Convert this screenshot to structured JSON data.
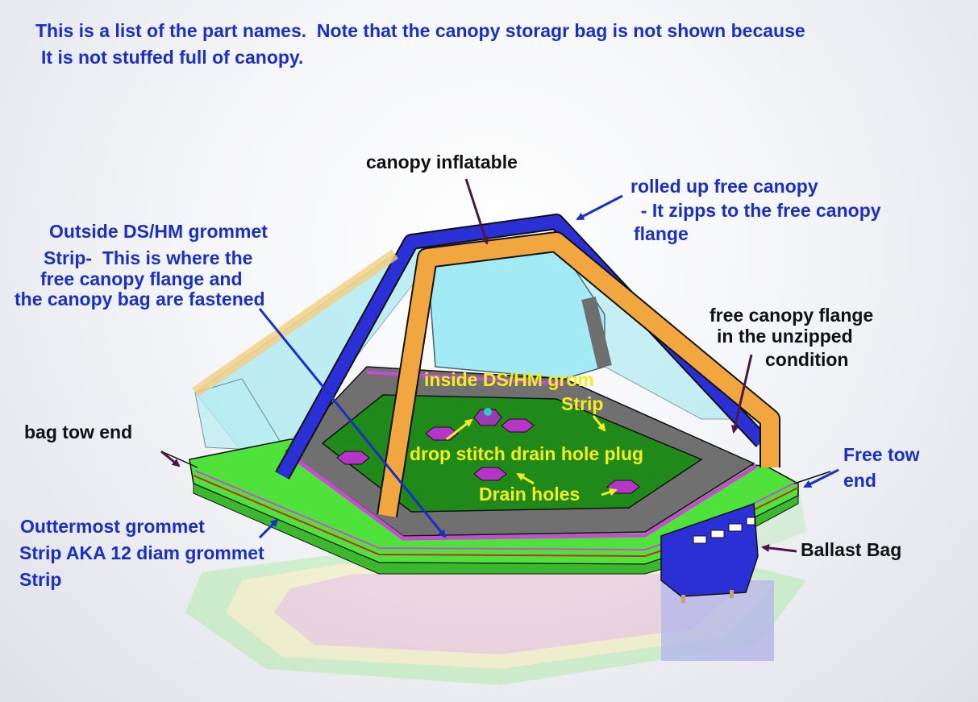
{
  "header": {
    "line1": "This is a list of the part names.  Note that the canopy storagr bag is not shown because",
    "line2": "It is not stuffed full of canopy."
  },
  "labels": {
    "canopy_inflatable": "canopy inflatable",
    "rolled_up_1": "rolled up free canopy",
    "rolled_up_2": "  - It zipps to the free canopy",
    "rolled_up_3": "flange",
    "outside_1": "Outside DS/HM grommet",
    "outside_2": "Strip-  This is where the",
    "outside_3": "free canopy flange and",
    "outside_4": "the canopy bag are fastened",
    "free_flange_1": "free canopy flange",
    "free_flange_2": "in the unzipped",
    "free_flange_3": "condition",
    "inside_1": "inside DS/HM grom",
    "inside_2": "Strip",
    "drop_stitch": "drop stitch drain hole plug",
    "drain_holes": "Drain holes",
    "bag_tow_end": "bag tow end",
    "free_tow_1": "Free tow",
    "free_tow_2": "end",
    "outtermost_1": "Outtermost grommet",
    "outtermost_2": "Strip AKA 12 diam grommet",
    "outtermost_3": "Strip",
    "ballast_bag": "Ballast Bag"
  },
  "colors": {
    "label_blue": "#1a2fc4",
    "label_black": "#111111",
    "label_yellow": "#f3ee1c",
    "arrow_purple": "#4a1848",
    "tube_blue": "#2b2fd6",
    "tube_orange": "#f2a640",
    "float_green": "#4ee23a",
    "floor_green": "#1f8a1a",
    "drain_magenta": "#b535c8",
    "canopy_cyan": "#8fe3ee"
  }
}
